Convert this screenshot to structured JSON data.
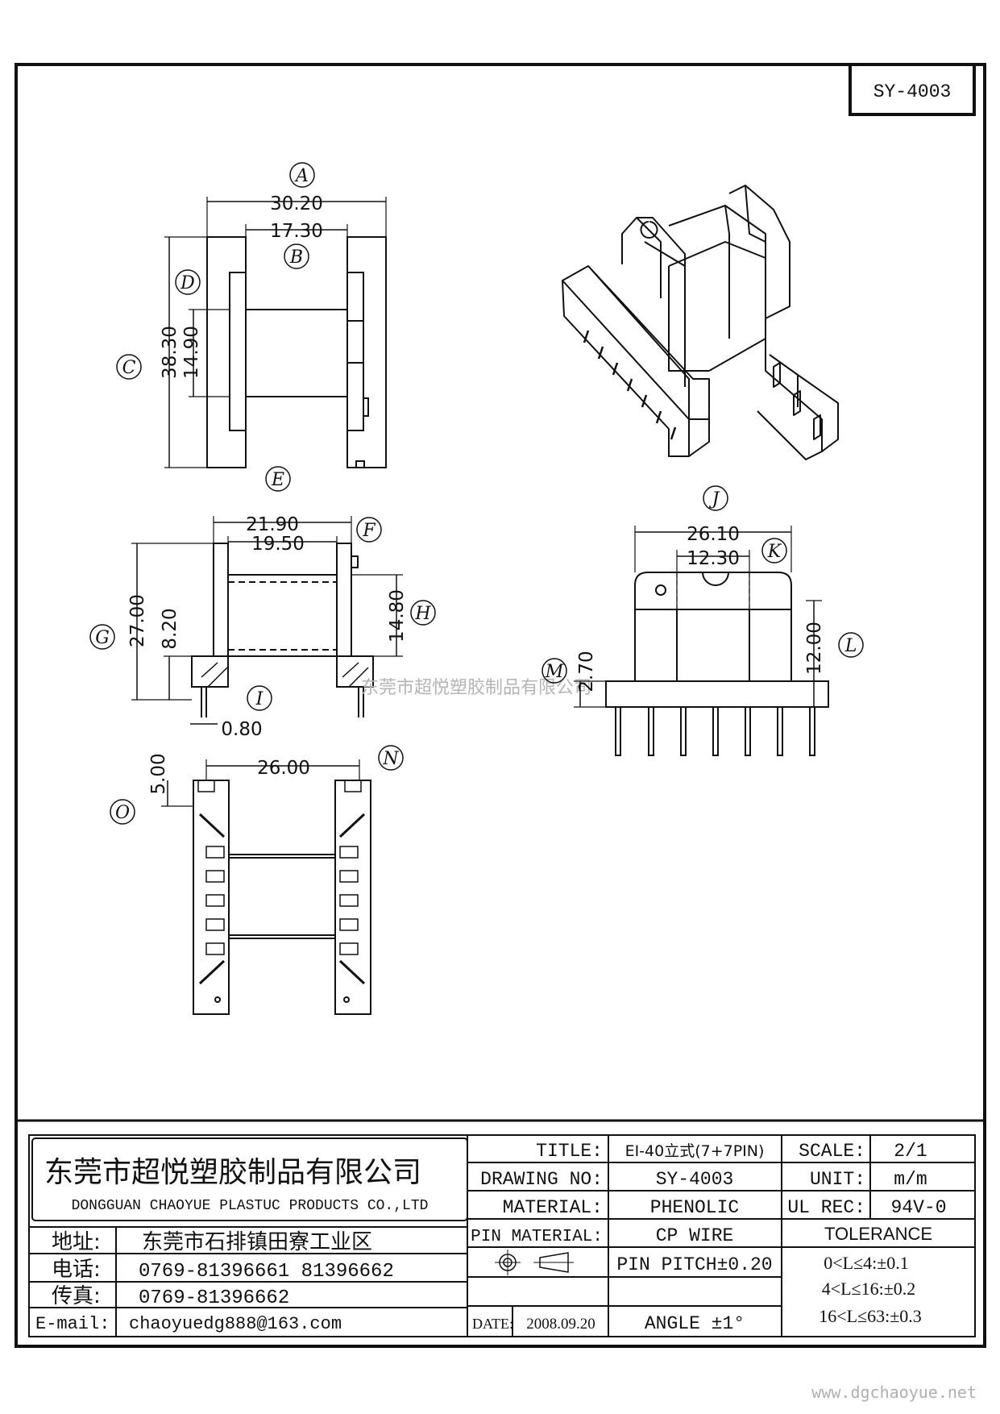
{
  "drawing_code": "SY-4003",
  "dimensions": {
    "A": "30.20",
    "B": "17.30",
    "C": "38.30",
    "D": "14.90",
    "E": "21.90",
    "F": "19.50",
    "G": "27.00",
    "G2": "8.20",
    "H": "14.80",
    "I": "0.80",
    "J": "26.10",
    "K": "12.30",
    "L": "12.00",
    "M": "2.70",
    "N": "26.00",
    "O": "5.00"
  },
  "labels": {
    "A": "A",
    "B": "B",
    "C": "C",
    "D": "D",
    "E": "E",
    "F": "F",
    "G": "G",
    "H": "H",
    "I": "I",
    "J": "J",
    "K": "K",
    "L": "L",
    "M": "M",
    "N": "N",
    "O": "O"
  },
  "watermark": "东莞市超悦塑胶制品有限公司",
  "company": {
    "name_cn": "东莞市超悦塑胶制品有限公司",
    "name_en": "DONGGUAN CHAOYUE PLASTUC PRODUCTS CO.,LTD",
    "address_label": "地址:",
    "address": "东莞市石排镇田寮工业区",
    "phone_label": "电话:",
    "phone": "0769-81396661  81396662",
    "fax_label": "传真:",
    "fax": "0769-81396662",
    "email_label": "E-mail:",
    "email": "chaoyuedg888@163.com"
  },
  "title_block": {
    "title_label": "TITLE:",
    "title_value": "EI-40立式(7+7PIN)",
    "scale_label": "SCALE:",
    "scale_value": "2/1",
    "drawing_no_label": "DRAWING NO:",
    "drawing_no_value": "SY-4003",
    "unit_label": "UNIT:",
    "unit_value": "m/m",
    "material_label": "MATERIAL:",
    "material_value": "PHENOLIC",
    "ul_label": "UL REC:",
    "ul_value": "94V-0",
    "pin_material_label": "PIN MATERIAL:",
    "pin_material_value": "CP WIRE",
    "tolerance_label": "TOLERANCE",
    "pin_pitch": "PIN PITCH±0.20",
    "tolerance_1": "0<L≤4:±0.1",
    "tolerance_2": "4<L≤16:±0.2",
    "tolerance_3": "16<L≤63:±0.3",
    "date_label": "DATE:",
    "date_value": "2008.09.20",
    "angle": "ANGLE  ±1°"
  },
  "website": "www.dgchaoyue.net"
}
